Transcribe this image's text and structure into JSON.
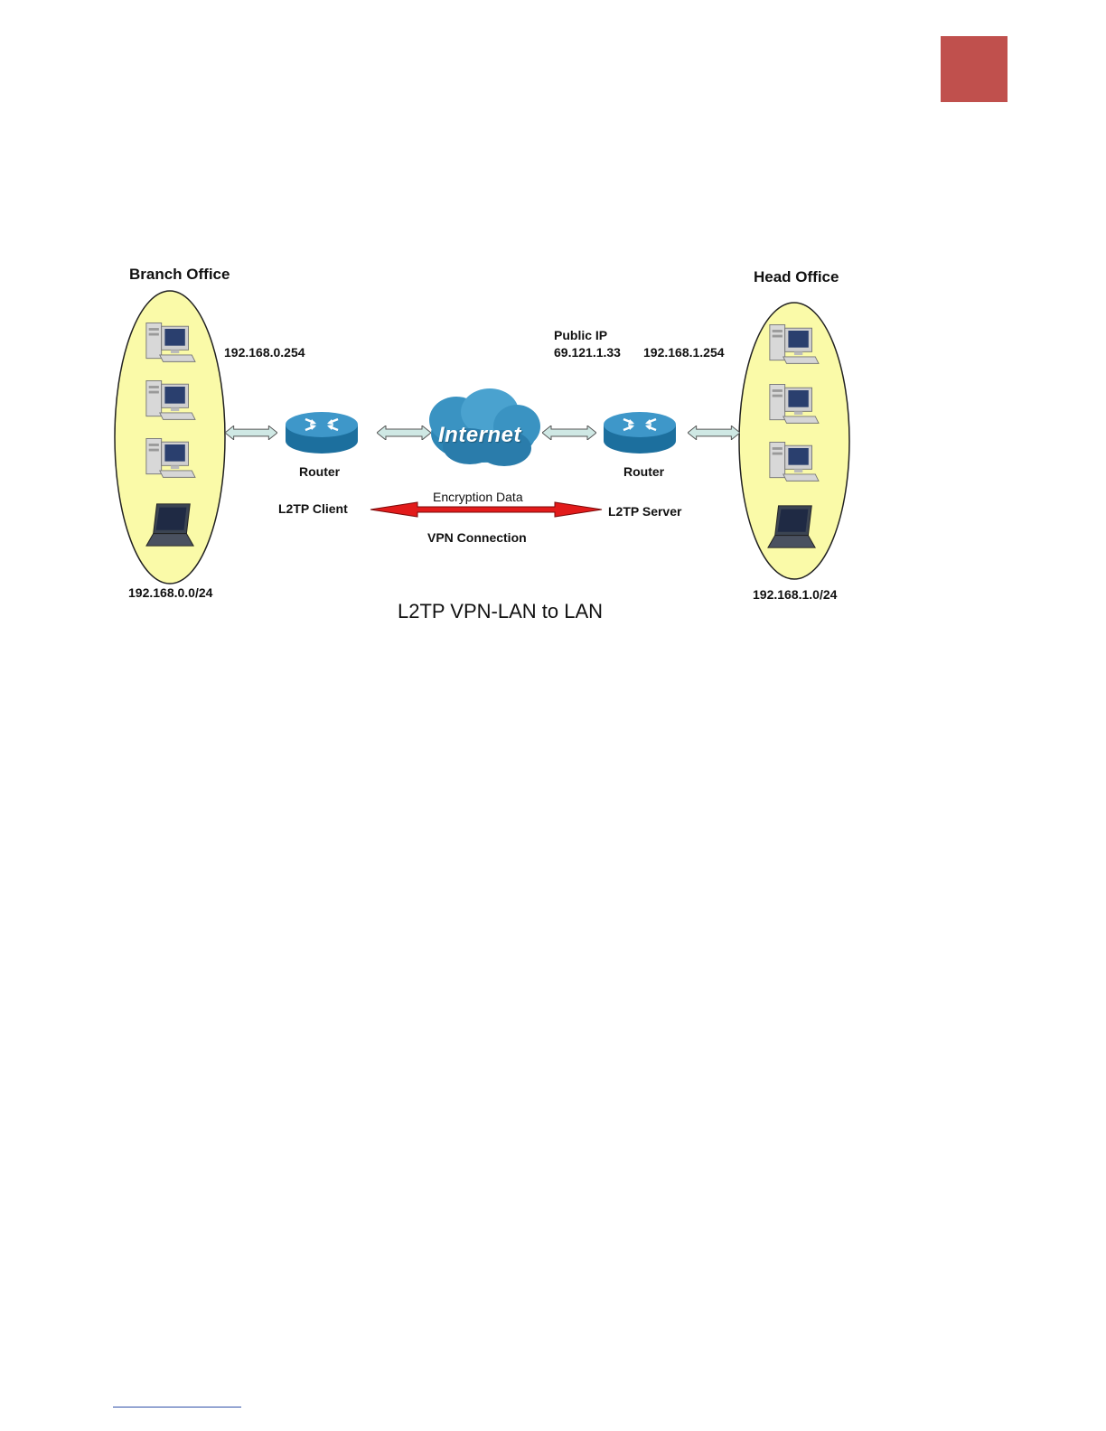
{
  "colors": {
    "corner_tab": "#c0504d",
    "lan_ellipse_fill": "#fafaa8",
    "router_blue": "#2a87b8",
    "cloud_blue": "#2d86b5",
    "vpn_arrow": "#e21b1b",
    "link_arrow_fill": "#cfe8e4"
  },
  "icons": [
    "desktop-pc-icon",
    "laptop-icon",
    "router-icon",
    "internet-cloud-icon"
  ],
  "branch": {
    "title": "Branch Office",
    "gateway_ip": "192.168.0.254",
    "subnet": "192.168.0.0/24",
    "router_label": "Router",
    "role": "L2TP Client"
  },
  "head": {
    "title": "Head Office",
    "public_ip_label": "Public IP",
    "public_ip": "69.121.1.33",
    "gateway_ip": "192.168.1.254",
    "subnet": "192.168.1.0/24",
    "router_label": "Router",
    "role": "L2TP Server"
  },
  "internet_label": "Internet",
  "vpn": {
    "top_label": "Encryption Data",
    "bottom_label": "VPN Connection"
  },
  "caption": "L2TP VPN-LAN to LAN"
}
